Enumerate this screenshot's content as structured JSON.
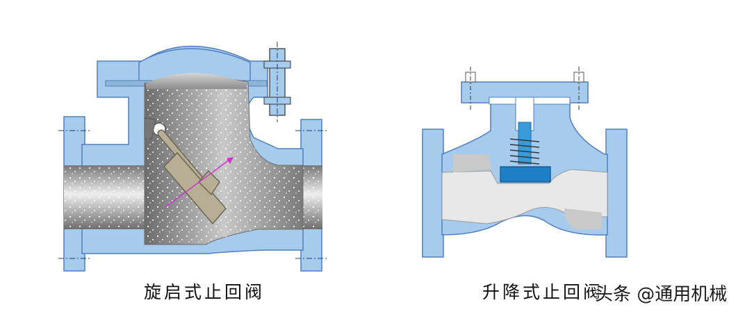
{
  "diagrams": {
    "swing_check_valve": {
      "caption": "旋启式止回阀"
    },
    "lift_check_valve": {
      "caption": "升降式止回阀"
    }
  },
  "watermark": "头条 @通用机械",
  "colors": {
    "body_fill": "#a6cbec",
    "body_stroke": "#4f7fc0",
    "interior_gray": "#a7a7a7",
    "disc_fill": "#b8ae95",
    "flow_arrow": "#d22fd6",
    "spring_stem": "#3a9bd8",
    "lift_disc": "#1f7fc6",
    "lift_interior": "#e8e8e8"
  }
}
